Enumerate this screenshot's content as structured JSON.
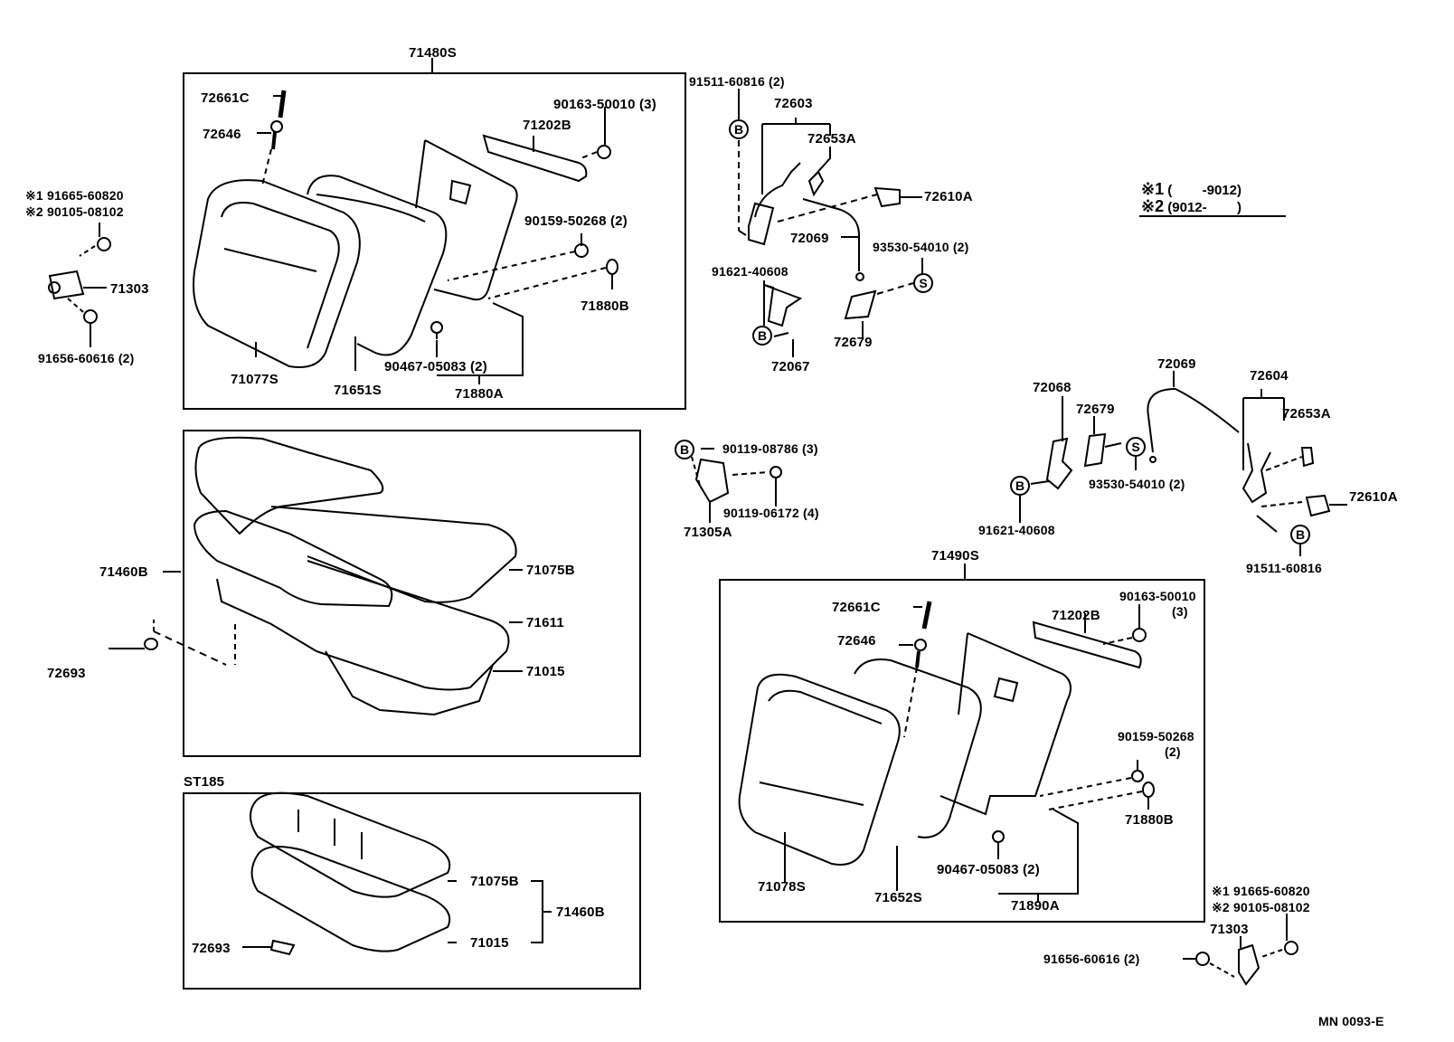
{
  "diagram": {
    "footer_code": "MN 0093-E",
    "legend": {
      "row1_mark": "※1",
      "row1_range": "(        -9012)",
      "row2_mark": "※2",
      "row2_range": "(9012-        )"
    },
    "boxes": {
      "left_back": {
        "title": "71480S",
        "labels": {
          "p72661C": "72661C",
          "p72646": "72646",
          "p71202B": "71202B",
          "p90163": "90163-50010 (3)",
          "p90159": "90159-50268 (2)",
          "p71880B": "71880B",
          "p90467": "90467-05083 (2)",
          "p71880A": "71880A",
          "p71077S": "71077S",
          "p71651S": "71651S"
        }
      },
      "cushion": {
        "group_label": "71460B",
        "labels": {
          "p71075B": "71075B",
          "p71611": "71611",
          "p71015": "71015",
          "p72693": "72693"
        }
      },
      "st185": {
        "title": "ST185",
        "labels": {
          "p71075B": "71075B",
          "p71015": "71015",
          "p71460B": "71460B",
          "p72693": "72693"
        }
      },
      "right_back": {
        "title": "71490S",
        "labels": {
          "p72661C": "72661C",
          "p72646": "72646",
          "p71202B": "71202B",
          "p90163": "90163-50010",
          "p90163_qty": "(3)",
          "p90159": "90159-50268",
          "p90159_qty": "(2)",
          "p71880B": "71880B",
          "p90467": "90467-05083 (2)",
          "p71890A": "71890A",
          "p71078S": "71078S",
          "p71652S": "71652S"
        }
      }
    },
    "left_hinge": {
      "note1": "※1 91665-60820",
      "note2": "※2 90105-08102",
      "p71303": "71303",
      "p91656": "91656-60616 (2)"
    },
    "right_hinge": {
      "note1": "※1 91665-60820",
      "note2": "※2 90105-08102",
      "p71303": "71303",
      "p91656": "91656-60616 (2)"
    },
    "lock_left": {
      "p91511": "91511-60816 (2)",
      "p72603": "72603",
      "p72653A": "72653A",
      "p72610A": "72610A",
      "p72069": "72069",
      "p93530": "93530-54010 (2)",
      "p91621": "91621-40608",
      "p72067": "72067",
      "p72679": "72679",
      "mark_b": "B",
      "mark_s": "S"
    },
    "bracket_mid": {
      "p90119a": "90119-08786 (3)",
      "p90119b": "90119-06172 (4)",
      "p71305A": "71305A",
      "mark_b": "B"
    },
    "lock_right": {
      "p72068": "72068",
      "p72679": "72679",
      "p72069": "72069",
      "p72604": "72604",
      "p72653A": "72653A",
      "p72610A": "72610A",
      "p93530": "93530-54010 (2)",
      "p91621": "91621-40608",
      "p91511": "91511-60816",
      "mark_b": "B",
      "mark_s": "S"
    }
  }
}
